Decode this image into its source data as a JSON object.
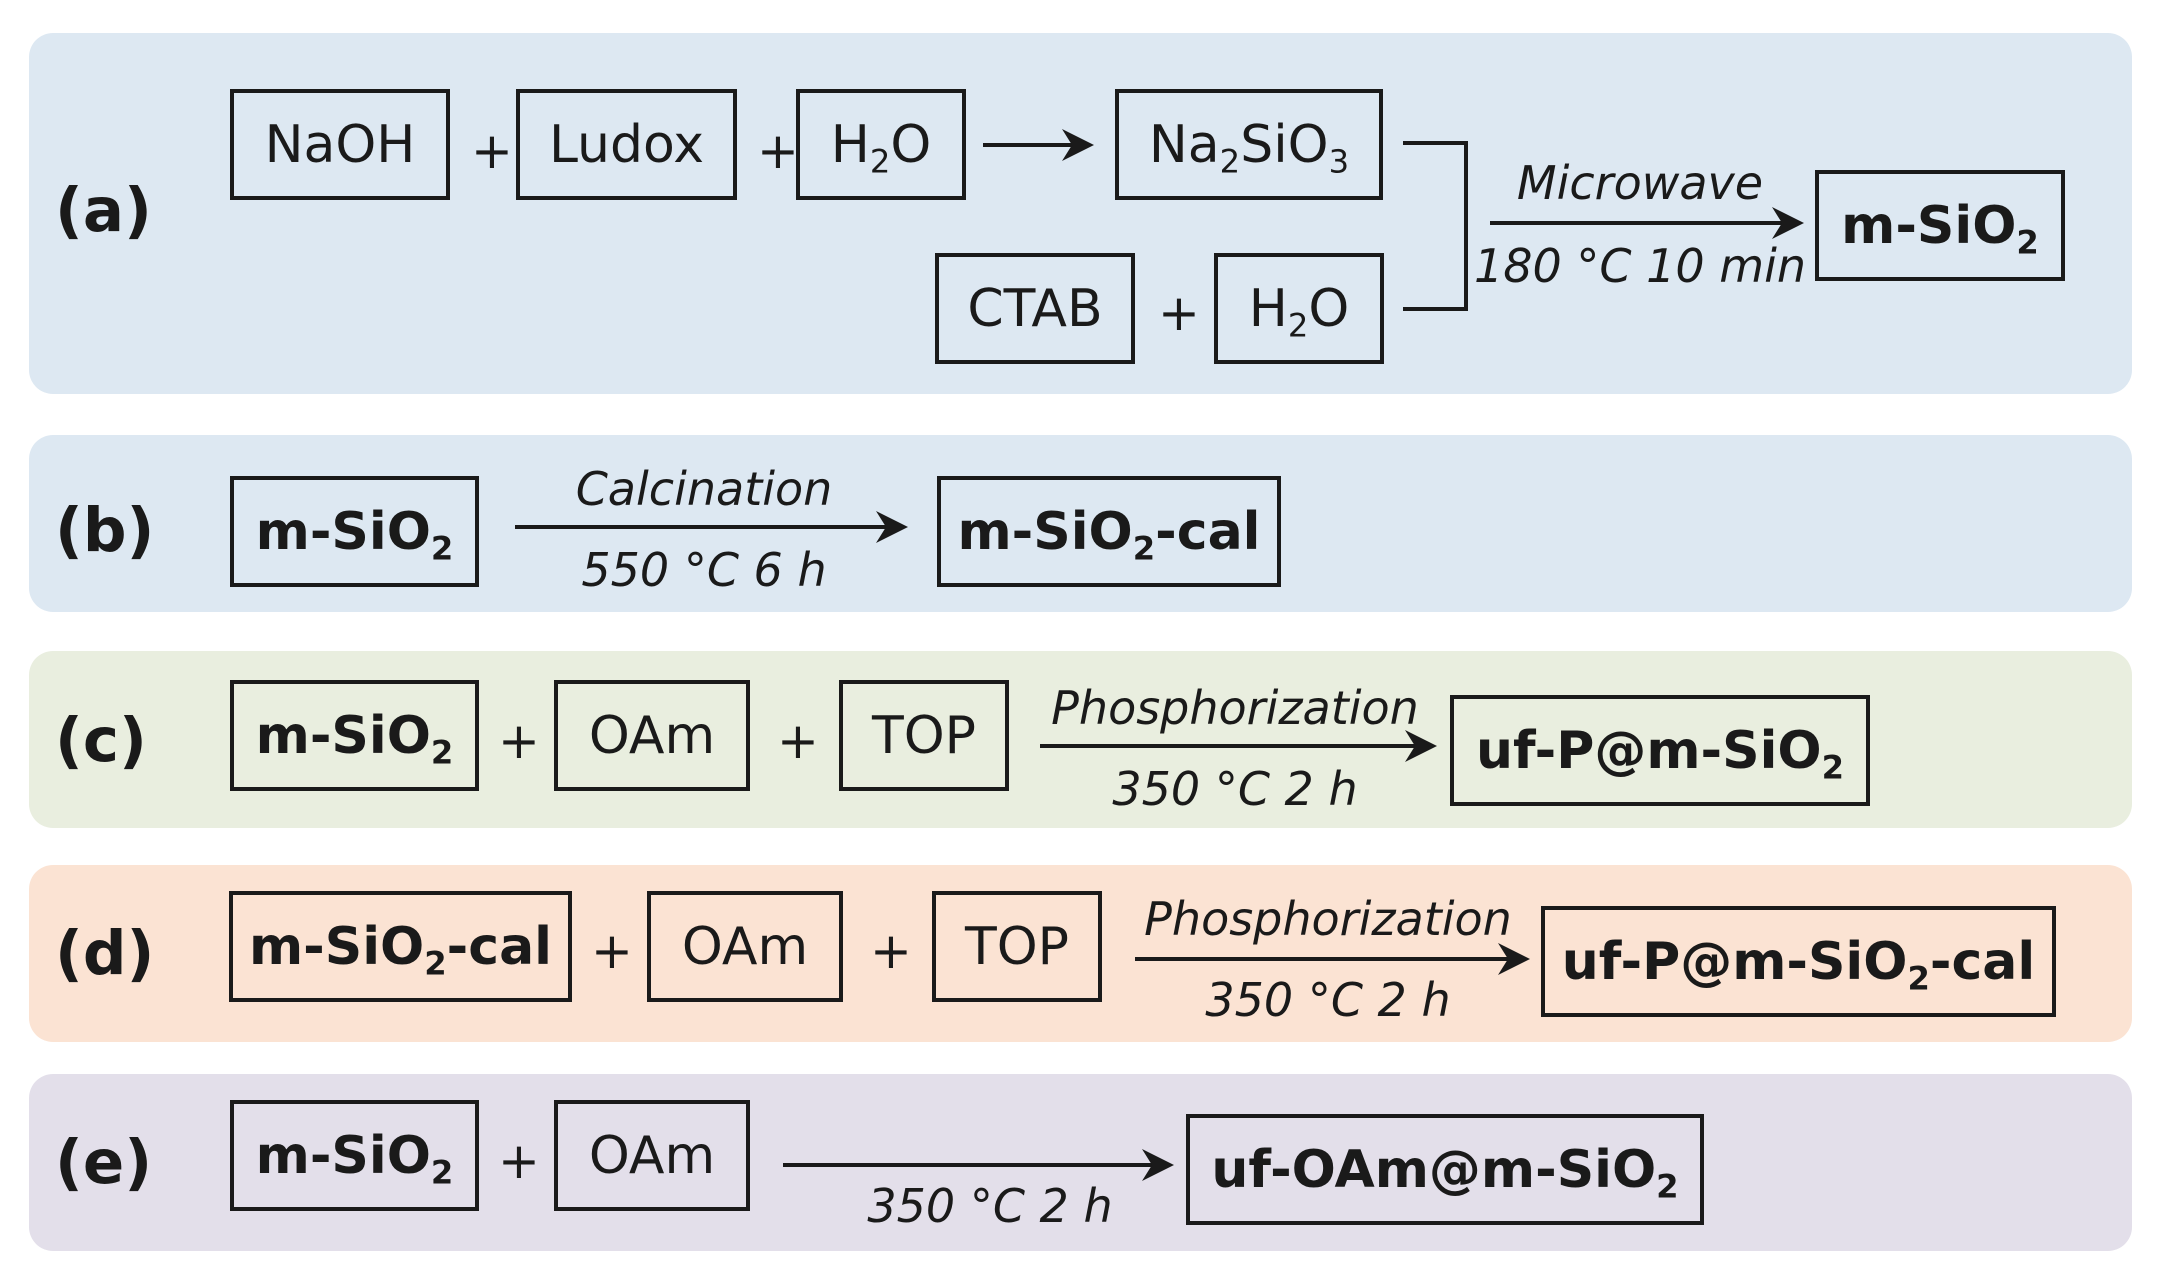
{
  "colors": {
    "panel_a": "#dde8f2",
    "panel_b": "#dde8f2",
    "panel_c": "#e9eedf",
    "panel_d": "#fbe3d3",
    "panel_e": "#e3dfea",
    "ink": "#1a1a1a"
  },
  "panels": {
    "a": {
      "label": "(a)",
      "naoh": "NaOH",
      "ludox": "Ludox",
      "h2o_h": "H",
      "h2o_sub": "2",
      "h2o_o": "O",
      "na2sio3_na": "Na",
      "na2sio3_sub1": "2",
      "na2sio3_sio": "SiO",
      "na2sio3_sub2": "3",
      "ctab": "CTAB",
      "plus": "+",
      "condition_top": "Microwave",
      "condition_bottom": "180 °C 10 min",
      "product_main": "m-SiO",
      "product_sub": "2"
    },
    "b": {
      "label": "(b)",
      "reactant_main": "m-SiO",
      "reactant_sub": "2",
      "condition_top": "Calcination",
      "condition_bottom": "550 °C 6 h",
      "product_main": "m-SiO",
      "product_sub": "2",
      "product_suffix": "-cal"
    },
    "c": {
      "label": "(c)",
      "reactant_main": "m-SiO",
      "reactant_sub": "2",
      "oam": "OAm",
      "top": "TOP",
      "plus": "+",
      "condition_top": "Phosphorization",
      "condition_bottom": "350 °C 2 h",
      "product_main": "uf-P@m-SiO",
      "product_sub": "2"
    },
    "d": {
      "label": "(d)",
      "reactant_main": "m-SiO",
      "reactant_sub": "2",
      "reactant_suffix": "-cal",
      "oam": "OAm",
      "top": "TOP",
      "plus": "+",
      "condition_top": "Phosphorization",
      "condition_bottom": "350 °C 2 h",
      "product_main": "uf-P@m-SiO",
      "product_sub": "2",
      "product_suffix": "-cal"
    },
    "e": {
      "label": "(e)",
      "reactant_main": "m-SiO",
      "reactant_sub": "2",
      "oam": "OAm",
      "plus": "+",
      "condition_bottom": "350 °C 2 h",
      "product_main": "uf-OAm@m-SiO",
      "product_sub": "2"
    }
  }
}
